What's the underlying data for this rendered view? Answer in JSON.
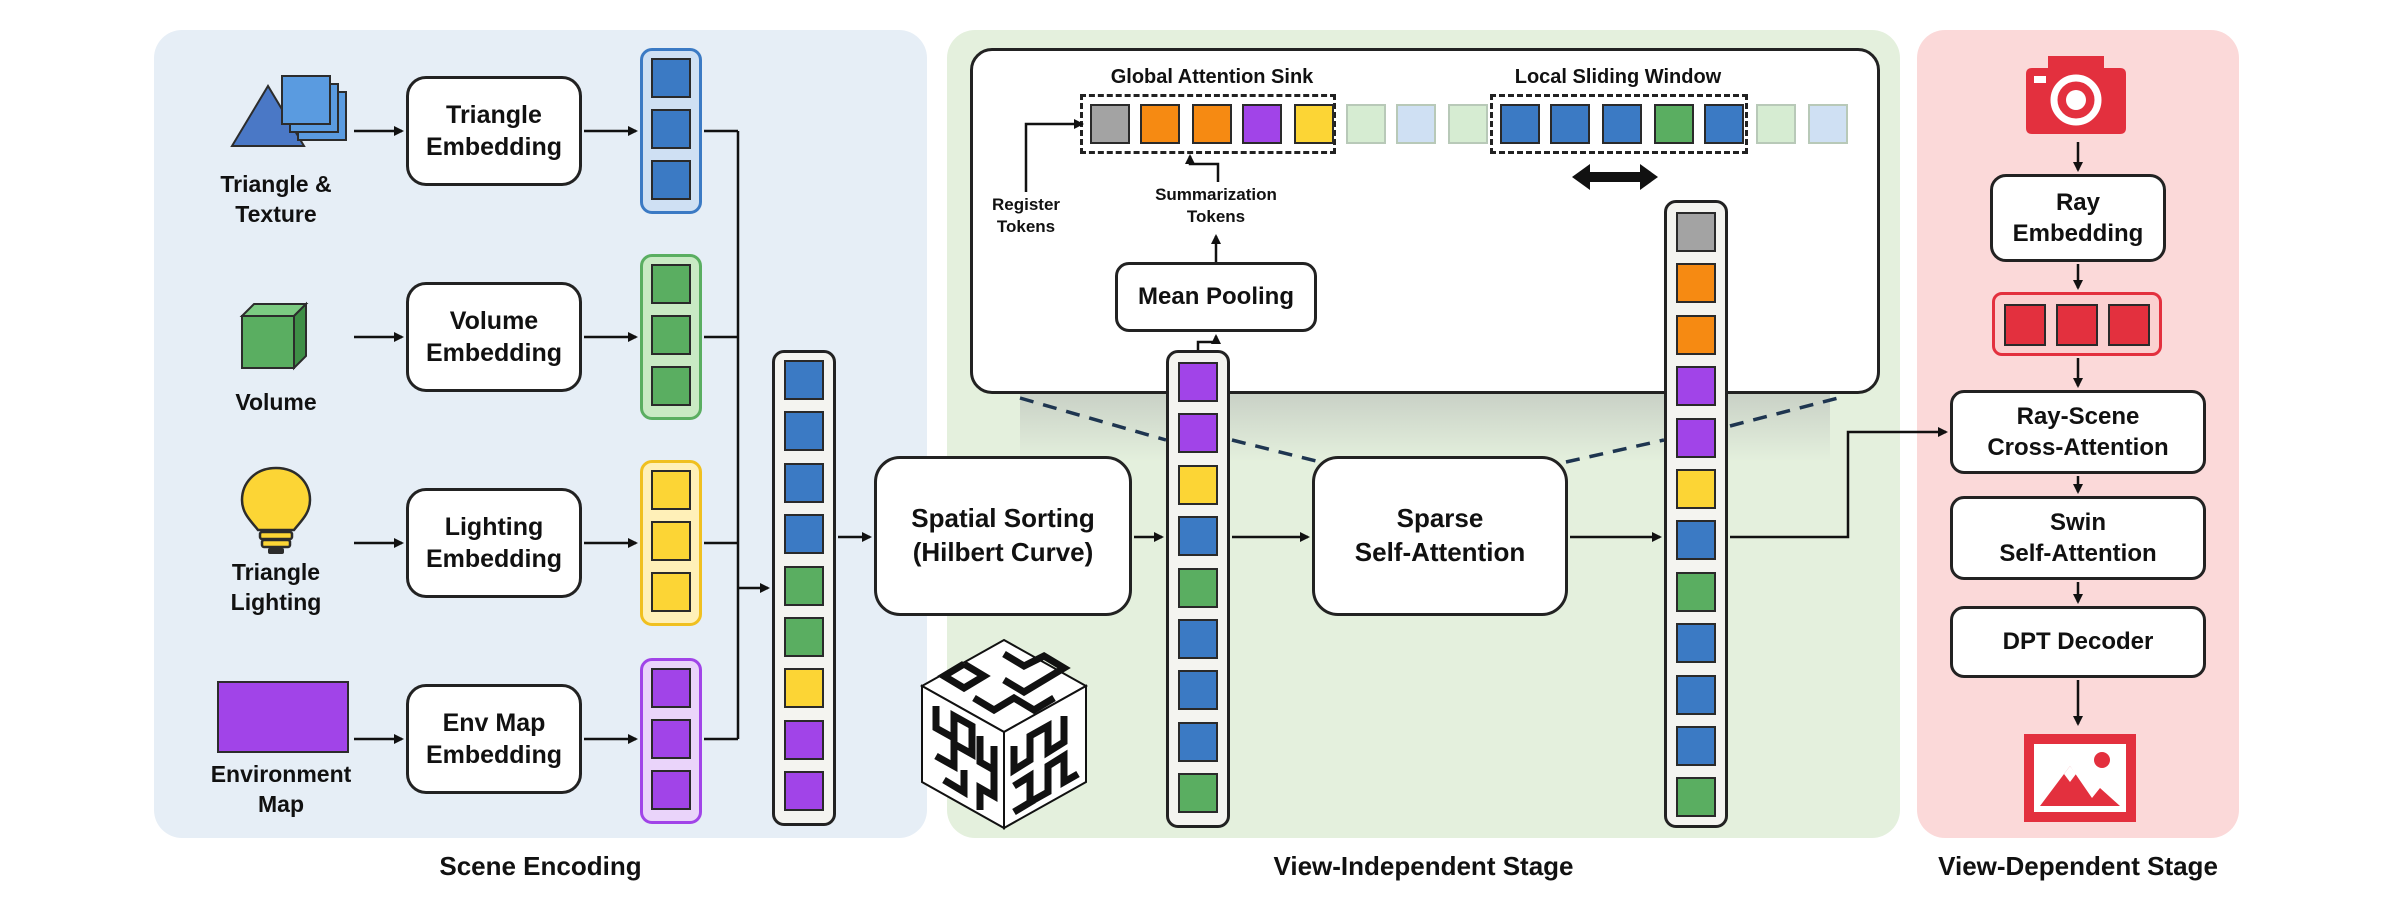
{
  "colors": {
    "blue": "#3b7ac4",
    "green": "#5aae61",
    "yellow": "#fcd535",
    "purple": "#a144e8",
    "orange": "#f68a12",
    "gray": "#a3a3a3",
    "red": "#e3303e",
    "scene_panel_bg": "#e6eef6",
    "view_ind_panel_bg": "#e4f0dd",
    "view_dep_panel_bg": "#fbd9d9"
  },
  "scene": {
    "title": "Scene Encoding",
    "inputs": [
      {
        "label": "Triangle &\nTexture",
        "icon": "triangle-texture-icon"
      },
      {
        "label": "Volume",
        "icon": "cube-icon"
      },
      {
        "label": "Triangle\nLighting",
        "icon": "lightbulb-icon"
      },
      {
        "label": "Environment\nMap",
        "icon": "environment-map-icon"
      }
    ],
    "embeddings": [
      {
        "label": "Triangle\nEmbedding",
        "token_color": "blue"
      },
      {
        "label": "Volume\nEmbedding",
        "token_color": "green"
      },
      {
        "label": "Lighting\nEmbedding",
        "token_color": "yellow"
      },
      {
        "label": "Env Map\nEmbedding",
        "token_color": "purple"
      }
    ],
    "merged_tokens": [
      "blue",
      "blue",
      "blue",
      "blue",
      "green",
      "green",
      "yellow",
      "purple",
      "purple"
    ]
  },
  "view_independent": {
    "title": "View-Independent Stage",
    "spatial_sorting_label": "Spatial Sorting\n(Hilbert Curve)",
    "sorted_tokens": [
      "purple",
      "purple",
      "yellow",
      "blue",
      "green",
      "blue",
      "blue",
      "blue",
      "green"
    ],
    "sparse_attention_label": "Sparse\nSelf-Attention",
    "output_tokens": [
      "gray",
      "orange",
      "orange",
      "purple",
      "purple",
      "yellow",
      "blue",
      "green",
      "blue",
      "blue",
      "blue",
      "green"
    ],
    "mean_pooling_label": "Mean Pooling",
    "global_sink_label": "Global Attention Sink",
    "local_window_label": "Local Sliding Window",
    "register_tokens_label": "Register\nTokens",
    "summarization_tokens_label": "Summarization\nTokens",
    "sequence_tokens": [
      "gray",
      "orange",
      "orange",
      "purple",
      "yellow",
      "green-faded",
      "blue-faded",
      "green-faded",
      "blue",
      "blue",
      "blue",
      "green",
      "blue",
      "green-faded",
      "blue-faded"
    ]
  },
  "view_dependent": {
    "title": "View-Dependent Stage",
    "ray_embedding_label": "Ray\nEmbedding",
    "ray_tokens": [
      "red",
      "red",
      "red"
    ],
    "cross_attention_label": "Ray-Scene\nCross-Attention",
    "swin_label": "Swin\nSelf-Attention",
    "dpt_label": "DPT Decoder",
    "camera_icon": "camera-icon",
    "output_icon": "image-icon"
  }
}
